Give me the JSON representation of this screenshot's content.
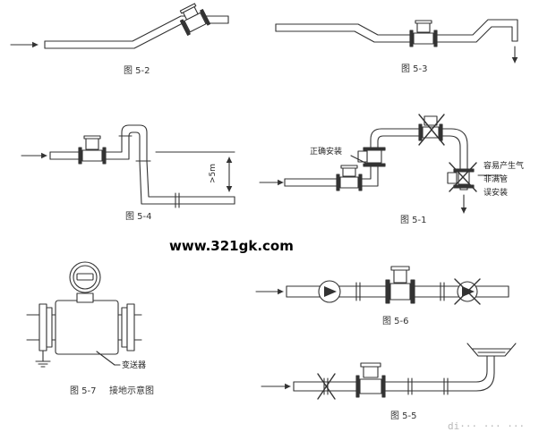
{
  "watermark": "www.321gk.com",
  "figures": {
    "f52": {
      "caption": "图 5-2"
    },
    "f53": {
      "caption": "图 5-3"
    },
    "f54": {
      "caption": "图 5-4",
      "height_label": ">5m"
    },
    "f51": {
      "caption": "图 5-1",
      "correct_label": "正确安装",
      "wrong_label_1": "容易产生气",
      "wrong_label_2": "非满管",
      "wrong_label_3": "误安装"
    },
    "f56": {
      "caption": "图 5-6"
    },
    "f57": {
      "caption": "图 5-7",
      "title": "接地示意图",
      "converter_label": "变送器"
    },
    "f55": {
      "caption": "图 5-5"
    }
  },
  "corner_text": "di··· ··· ···",
  "colors": {
    "line": "#333333",
    "paper": "#ffffff"
  }
}
